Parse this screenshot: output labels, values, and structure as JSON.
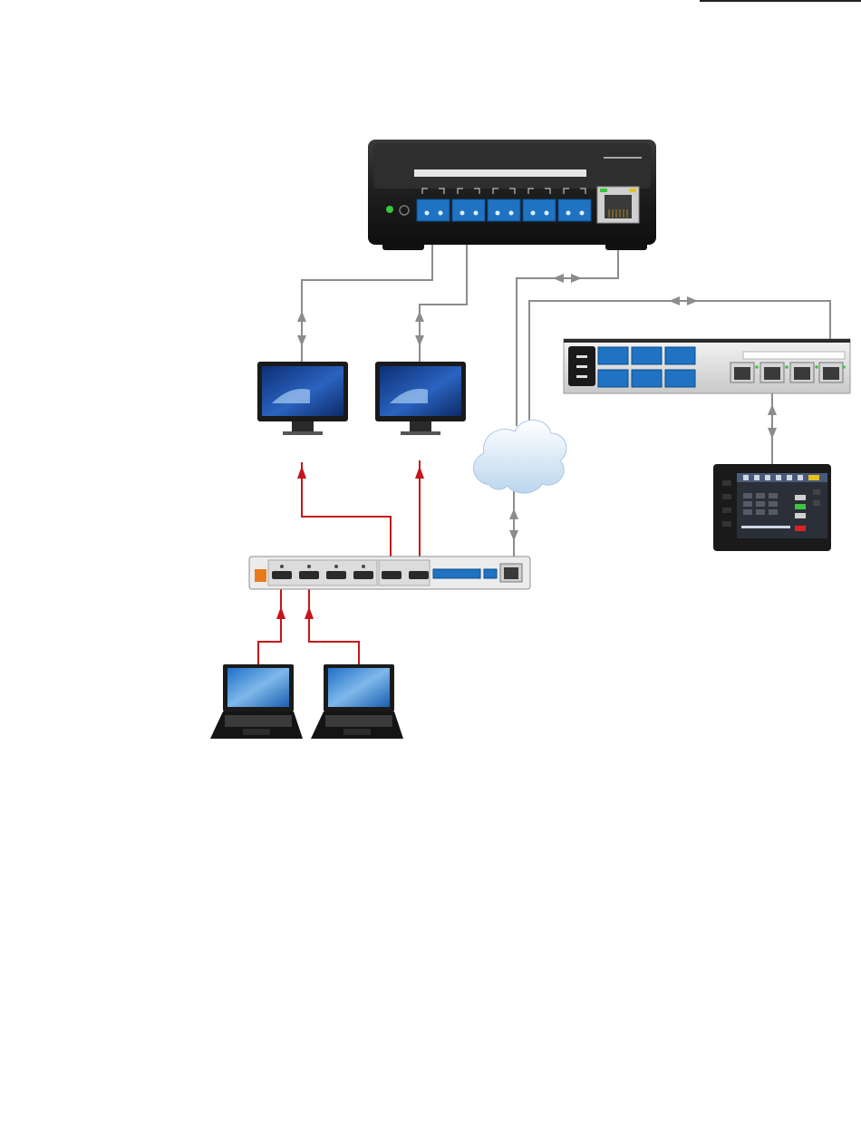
{
  "diagram": {
    "devices": [
      {
        "id": "control-box",
        "type": "ip-control-interface",
        "ports": [
          "rs232-1",
          "rs232-2",
          "rs232-3",
          "rs232-4",
          "rs232-5",
          "ethernet"
        ]
      },
      {
        "id": "display-1",
        "type": "flat-panel-display"
      },
      {
        "id": "display-2",
        "type": "flat-panel-display"
      },
      {
        "id": "rack-processor",
        "type": "control-processor",
        "ports": [
          "ethernet-1",
          "ethernet-2",
          "ethernet-3",
          "ethernet-4"
        ]
      },
      {
        "id": "touch-panel",
        "type": "touch-panel"
      },
      {
        "id": "network",
        "type": "network-cloud"
      },
      {
        "id": "switcher",
        "type": "hdmi-switcher",
        "ports": [
          "hdmi-in-1",
          "hdmi-in-2",
          "hdmi-in-3",
          "hdmi-in-4",
          "hdmi-out-1",
          "hdmi-out-2",
          "ethernet"
        ]
      },
      {
        "id": "laptop-1",
        "type": "laptop"
      },
      {
        "id": "laptop-2",
        "type": "laptop"
      }
    ],
    "connections": [
      {
        "from": "control-box",
        "to": "display-1",
        "kind": "serial-control",
        "color": "#8c8c8c",
        "bidirectional": true
      },
      {
        "from": "control-box",
        "to": "display-2",
        "kind": "serial-control",
        "color": "#8c8c8c",
        "bidirectional": true
      },
      {
        "from": "control-box",
        "to": "network",
        "kind": "ethernet",
        "color": "#8c8c8c",
        "bidirectional": true
      },
      {
        "from": "rack-processor",
        "to": "network",
        "kind": "ethernet",
        "color": "#8c8c8c",
        "bidirectional": true
      },
      {
        "from": "rack-processor",
        "to": "touch-panel",
        "kind": "ethernet",
        "color": "#8c8c8c",
        "bidirectional": true
      },
      {
        "from": "switcher",
        "to": "network",
        "kind": "ethernet",
        "color": "#8c8c8c",
        "bidirectional": true
      },
      {
        "from": "switcher",
        "to": "display-1",
        "kind": "hdmi-video",
        "color": "#c4161c",
        "bidirectional": false
      },
      {
        "from": "switcher",
        "to": "display-2",
        "kind": "hdmi-video",
        "color": "#c4161c",
        "bidirectional": false
      },
      {
        "from": "laptop-1",
        "to": "switcher",
        "kind": "hdmi-video",
        "color": "#c4161c",
        "bidirectional": false
      },
      {
        "from": "laptop-2",
        "to": "switcher",
        "kind": "hdmi-video",
        "color": "#c4161c",
        "bidirectional": false
      }
    ]
  },
  "colors": {
    "control_line": "#8c8c8c",
    "video_line": "#c4161c",
    "terminal_blue": "#1f73c2",
    "device_dark": "#1c1c1c",
    "screen_blue": "#1e4fa0",
    "power_led": "#3cc43c"
  }
}
